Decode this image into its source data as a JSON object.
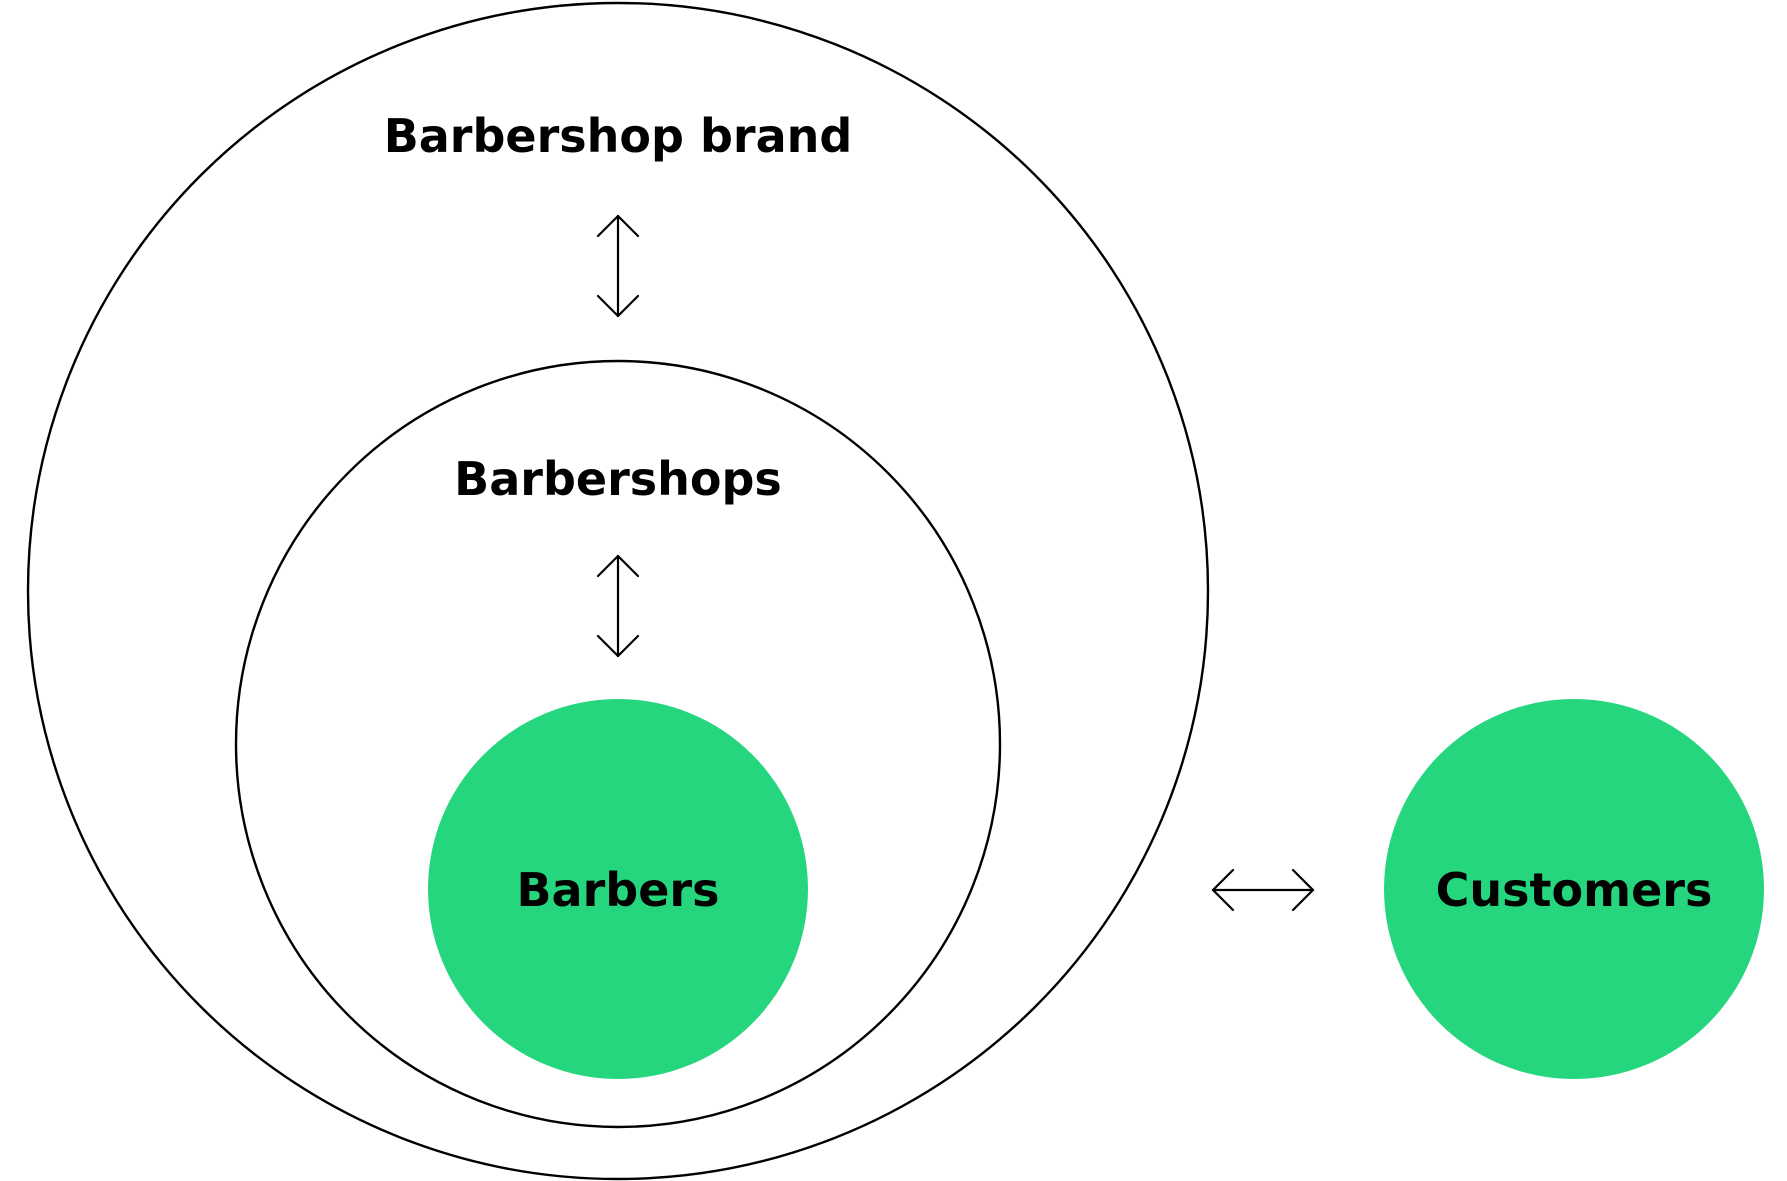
{
  "diagram": {
    "labels": {
      "brand": "Barbershop brand",
      "shops": "Barbershops",
      "barbers": "Barbers",
      "customers": "Customers"
    },
    "colors": {
      "background": "#ffffff",
      "outline": "#000000",
      "highlight": "#25d67e",
      "text": "#000000"
    }
  }
}
